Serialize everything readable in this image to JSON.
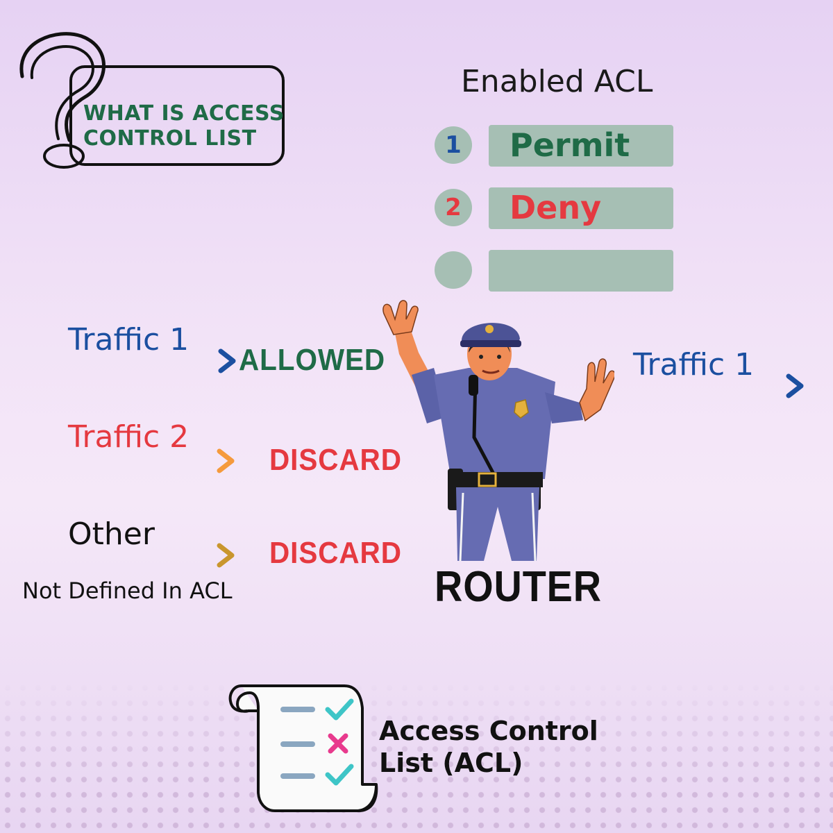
{
  "header": {
    "title_line1": "WHAT IS ACCESS",
    "title_line2": "CONTROL LIST"
  },
  "acl": {
    "heading": "Enabled ACL",
    "rules": [
      {
        "number": "1",
        "action": "Permit",
        "color": "#1f6b47",
        "number_color": "#1b4fa0"
      },
      {
        "number": "2",
        "action": "Deny",
        "color": "#e53940",
        "number_color": "#e53940"
      },
      {
        "number": "",
        "action": "",
        "color": "#000000",
        "number_color": "#000000"
      }
    ]
  },
  "flows": [
    {
      "label": "Traffic 1",
      "label_color": "#1b4fa0",
      "verdict": "ALLOWED",
      "verdict_color": "#1f6b47"
    },
    {
      "label": "Traffic 2",
      "label_color": "#e53940",
      "verdict": "DISCARD",
      "verdict_color": "#e53940"
    },
    {
      "label": "Other",
      "label_color": "#111111",
      "verdict": "DISCARD",
      "verdict_color": "#e53940",
      "note": "Not Defined In ACL"
    }
  ],
  "output": {
    "label": "Traffic 1",
    "label_color": "#1b4fa0"
  },
  "router": {
    "label": "ROUTER"
  },
  "legend": {
    "line1": "Access Control",
    "line2": "List (ACL)"
  },
  "icons": [
    "question-mark-icon",
    "police-officer-icon",
    "checklist-scroll-icon",
    "checkmark-icon",
    "cross-icon"
  ],
  "colors": {
    "rule_bg": "#a6bfb4",
    "green": "#1f6b47",
    "red": "#e53940",
    "blue": "#1b4fa0"
  }
}
